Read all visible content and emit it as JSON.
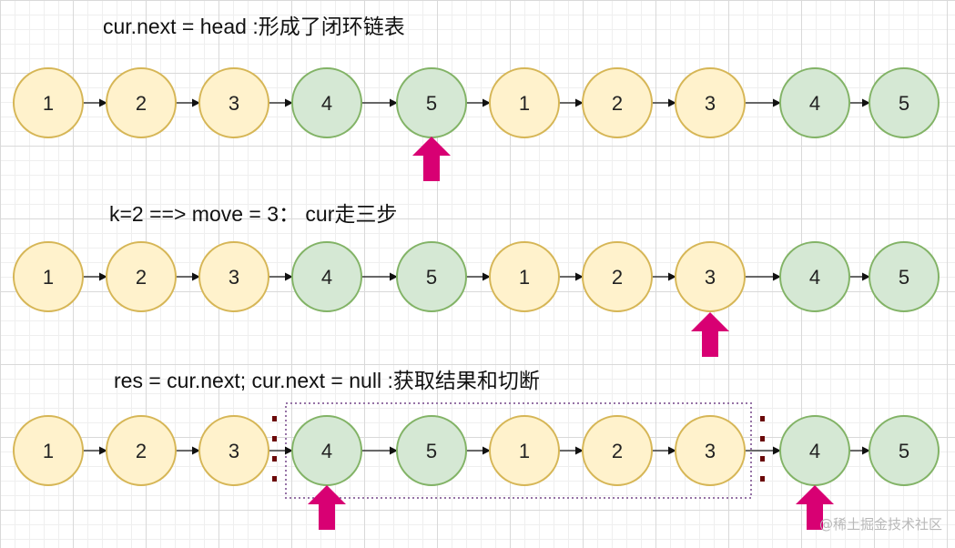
{
  "rows": [
    {
      "caption": "cur.next = head :形成了闭环链表",
      "nodes": [
        "1",
        "2",
        "3",
        "4",
        "5",
        "1",
        "2",
        "3",
        "4",
        "5"
      ],
      "node_colors": [
        "yellow",
        "yellow",
        "yellow",
        "green",
        "green",
        "yellow",
        "yellow",
        "yellow",
        "green",
        "green"
      ],
      "pointer_at": [
        4
      ]
    },
    {
      "caption": "k=2 ==> move = 3： cur走三步",
      "nodes": [
        "1",
        "2",
        "3",
        "4",
        "5",
        "1",
        "2",
        "3",
        "4",
        "5"
      ],
      "node_colors": [
        "yellow",
        "yellow",
        "yellow",
        "green",
        "green",
        "yellow",
        "yellow",
        "yellow",
        "green",
        "green"
      ],
      "pointer_at": [
        7
      ]
    },
    {
      "caption": "res = cur.next; cur.next = null :获取结果和切断",
      "nodes": [
        "1",
        "2",
        "3",
        "4",
        "5",
        "1",
        "2",
        "3",
        "4",
        "5"
      ],
      "node_colors": [
        "yellow",
        "yellow",
        "yellow",
        "green",
        "green",
        "yellow",
        "yellow",
        "yellow",
        "green",
        "green"
      ],
      "pointer_at": [
        3,
        8
      ],
      "selection_from": 3,
      "selection_to": 7
    }
  ],
  "watermark": "@稀土掘金技术社区",
  "colors": {
    "yellow_fill": "#fff2cc",
    "yellow_stroke": "#d6b656",
    "green_fill": "#d5e8d4",
    "green_stroke": "#82b366",
    "pointer": "#d80073",
    "selection": "#9673a6",
    "handle": "#6b0a0a",
    "arrow": "#111111"
  }
}
